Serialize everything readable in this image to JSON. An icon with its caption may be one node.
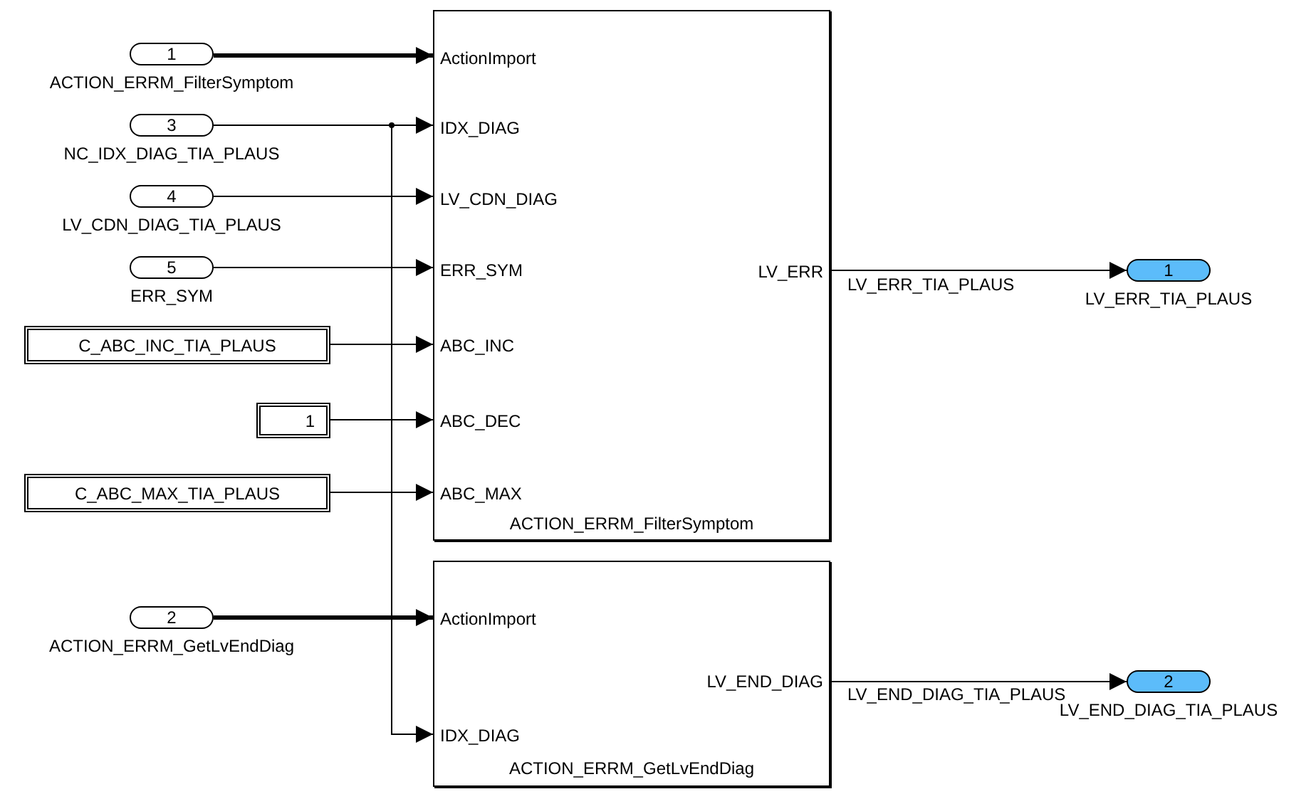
{
  "diagram": {
    "nodes": [
      {
        "text": [
          "1"
        ],
        "beside": [
          "ACTION_ERRM_FilterSymptom"
        ]
      },
      {
        "text": [
          "3"
        ],
        "beside": [
          "NC_IDX_DIAG_TIA_PLAUS"
        ]
      },
      {
        "text": [
          "4"
        ],
        "beside": [
          "LV_CDN_DIAG_TIA_PLAUS"
        ]
      },
      {
        "text": [
          "5"
        ],
        "beside": [
          "ERR_SYM"
        ]
      },
      {
        "text": [
          "C_ABC_INC_TIA_PLAUS"
        ]
      },
      {
        "text": [
          "1"
        ]
      },
      {
        "text": [
          "C_ABC_MAX_TIA_PLAUS"
        ]
      },
      {
        "text": [
          "2"
        ],
        "beside": [
          "ACTION_ERRM_GetLvEndDiag"
        ]
      },
      {
        "text": [
          "ActionImport",
          "IDX_DIAG",
          "LV_CDN_DIAG",
          "ERR_SYM",
          "LV_ERR",
          "ABC_INC",
          "ABC_DEC",
          "ABC_MAX",
          "ACTION_ERRM_FilterSymptom"
        ]
      },
      {
        "text": [
          "1"
        ],
        "beside": [
          "LV_ERR_TIA_PLAUS"
        ]
      },
      {
        "text": [
          "ActionImport",
          "LV_END_DIAG",
          "IDX_DIAG",
          "ACTION_ERRM_GetLvEndDiag"
        ]
      },
      {
        "text": [
          "2"
        ],
        "beside": [
          "LV_END_DIAG_TIA_PLAUS"
        ]
      }
    ],
    "edges": [
      {
        "from": 0,
        "to": 8,
        "arrow": "to",
        "style": "thick"
      },
      {
        "from": 1,
        "to": 8,
        "arrow": "to"
      },
      {
        "from": 1,
        "to": 10,
        "arrow": "to"
      },
      {
        "from": 2,
        "to": 8,
        "arrow": "to"
      },
      {
        "from": 3,
        "to": 8,
        "arrow": "to"
      },
      {
        "from": 4,
        "to": 8,
        "arrow": "to"
      },
      {
        "from": 5,
        "to": 8,
        "arrow": "to"
      },
      {
        "from": 6,
        "to": 8,
        "arrow": "to"
      },
      {
        "from": 8,
        "to": 9,
        "arrow": "to",
        "label": "LV_ERR_TIA_PLAUS"
      },
      {
        "from": 7,
        "to": 10,
        "arrow": "to",
        "style": "thick"
      },
      {
        "from": 10,
        "to": 11,
        "arrow": "to",
        "label": "LV_END_DIAG_TIA_PLAUS"
      }
    ]
  }
}
